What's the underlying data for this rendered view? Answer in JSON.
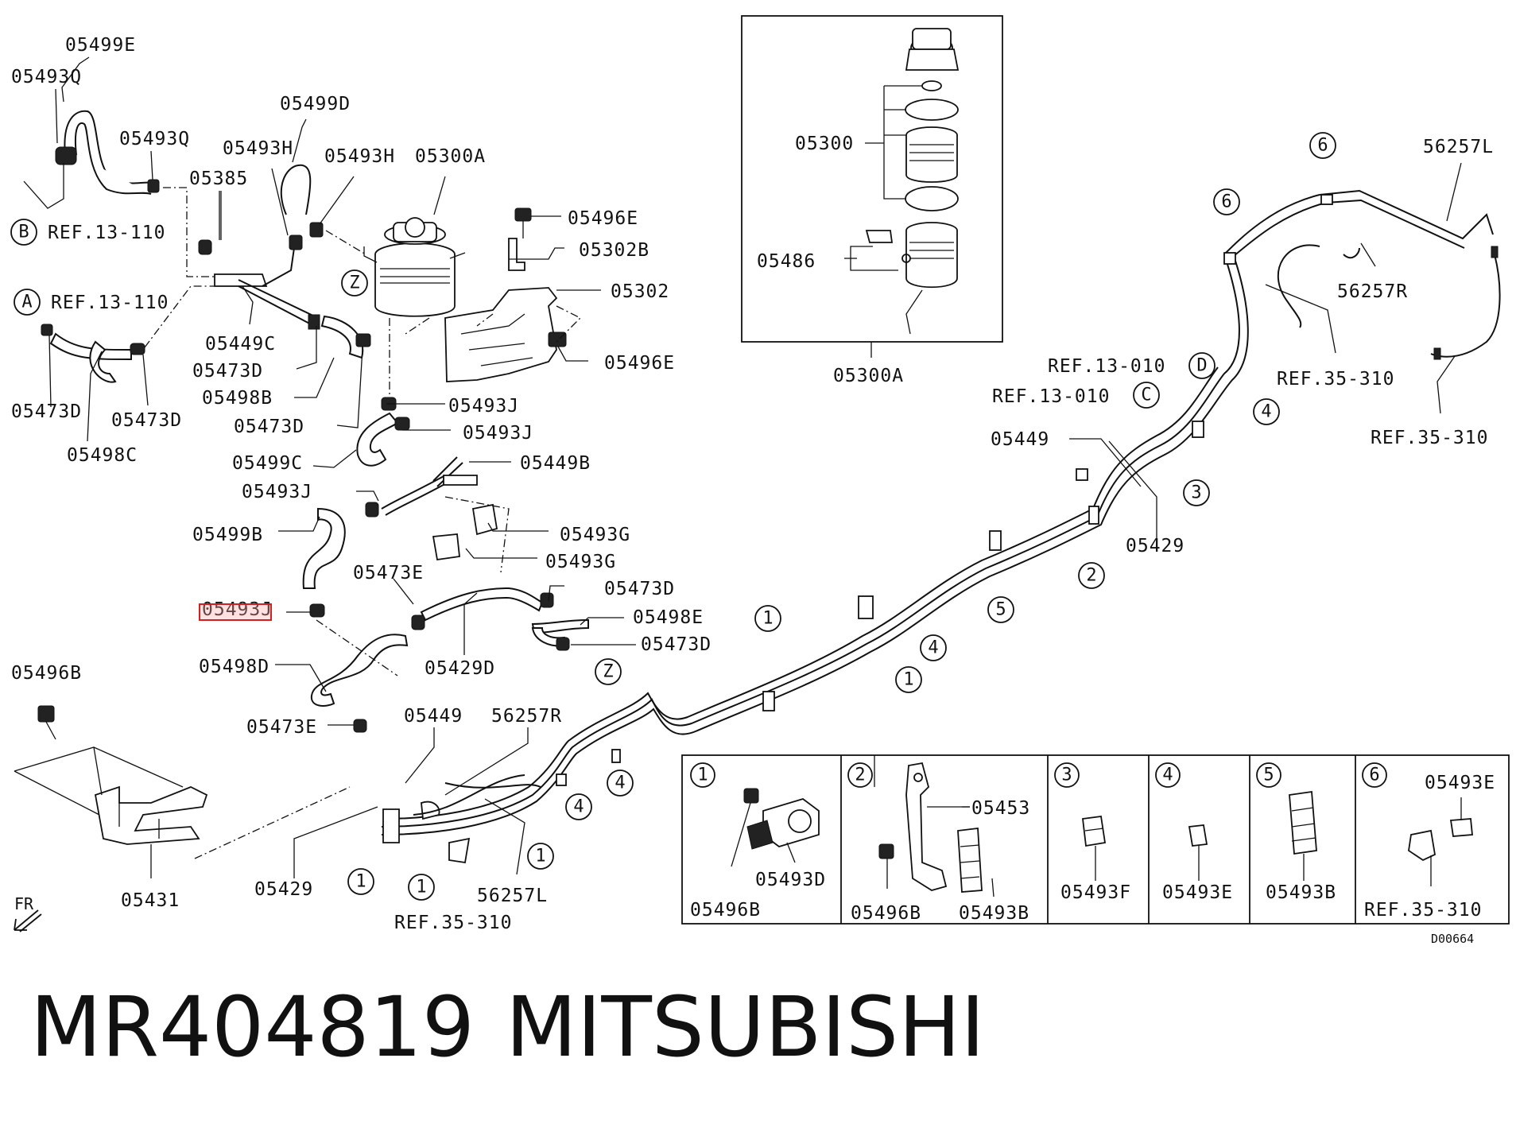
{
  "title": {
    "part_number": "MR404819",
    "brand": "MITSUBISHI"
  },
  "diagram_code": "D00664",
  "highlighted_label": "05493J",
  "colors": {
    "line": "#111111",
    "highlight": "#d02020"
  },
  "labels": [
    "05499E",
    "05493Q",
    "05493Q",
    "05499D",
    "05493H",
    "05493H",
    "05300A",
    "05385",
    "05449C",
    "05473D",
    "05498B",
    "05473D",
    "05473D",
    "05473D",
    "05498C",
    "05496E",
    "05302B",
    "05302",
    "05496E",
    "05493J",
    "05493J",
    "05499C",
    "05449B",
    "05493J",
    "05499B",
    "05493G",
    "05493G",
    "05473E",
    "05473D",
    "05498E",
    "05473D",
    "05429D",
    "05498D",
    "05473E",
    "05449",
    "56257R",
    "05429",
    "05431",
    "56257L",
    "05496B",
    "05300",
    "05486",
    "05300A",
    "56257L",
    "56257R",
    "05449",
    "05429",
    "05453",
    "05496B",
    "05493D",
    "05496B",
    "05493B",
    "05493F",
    "05493E",
    "05493B",
    "05493E"
  ],
  "references": [
    "REF.13-110",
    "REF.13-110",
    "REF.35-310",
    "REF.35-310",
    "REF.35-310",
    "REF.13-010",
    "REF.13-010",
    "REF.35-310"
  ],
  "view_markers": [
    "A",
    "B",
    "C",
    "D",
    "Z",
    "Z"
  ],
  "detail_boxes": [
    "1",
    "2",
    "3",
    "4",
    "5",
    "6"
  ],
  "direction": "FR"
}
